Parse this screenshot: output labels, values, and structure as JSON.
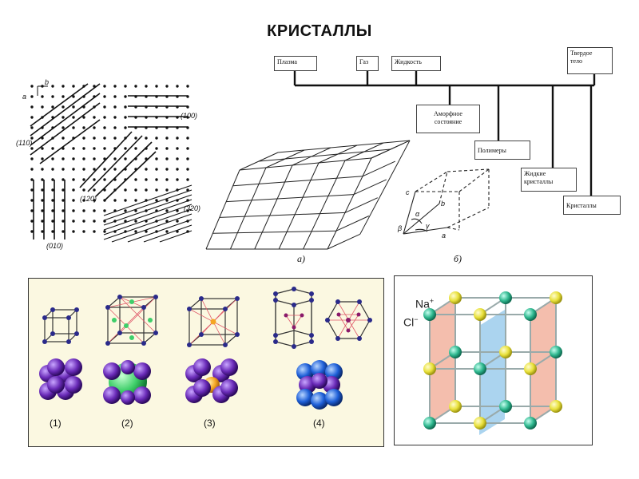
{
  "title": "КРИСТАЛЛЫ",
  "states": {
    "plasma": "Плазма",
    "gas": "Газ",
    "liquid": "Жидкость",
    "solid_line1": "Твердое",
    "solid_line2": "тело",
    "amorphous_line1": "Аморфное",
    "amorphous_line2": "состояние",
    "polymers": "Полимеры",
    "liquid_crystals_line1": "Жидкие",
    "liquid_crystals_line2": "кристаллы",
    "crystals": "Кристаллы"
  },
  "lattice_figure": {
    "label_a": "a",
    "label_b": "b",
    "plane_110": "(110)",
    "plane_100": "(100)",
    "plane_010": "(010)",
    "plane_320": "(320)",
    "plane_120": "(120)"
  },
  "cell_figure": {
    "sub_a": "а)",
    "sub_b": "б)",
    "axis_a": "a",
    "axis_b": "b",
    "axis_c": "c",
    "alpha": "α",
    "beta": "β",
    "gamma": "γ"
  },
  "lattice_types": [
    "(1)",
    "(2)",
    "(3)",
    "(4)"
  ],
  "nacl": {
    "na_base": "Na",
    "na_sup": "+",
    "cl_base": "Cl",
    "cl_sup": "−"
  },
  "colors": {
    "cream": "#fbf8e1",
    "purple": "#6a2bb8",
    "green": "#3fcf6a",
    "orange": "#f5a623",
    "blue": "#1e5fd8",
    "na": "#2fb88f",
    "cl": "#e8e03a",
    "salmon": "#f0a892",
    "lightblue": "#8fc6ea"
  }
}
